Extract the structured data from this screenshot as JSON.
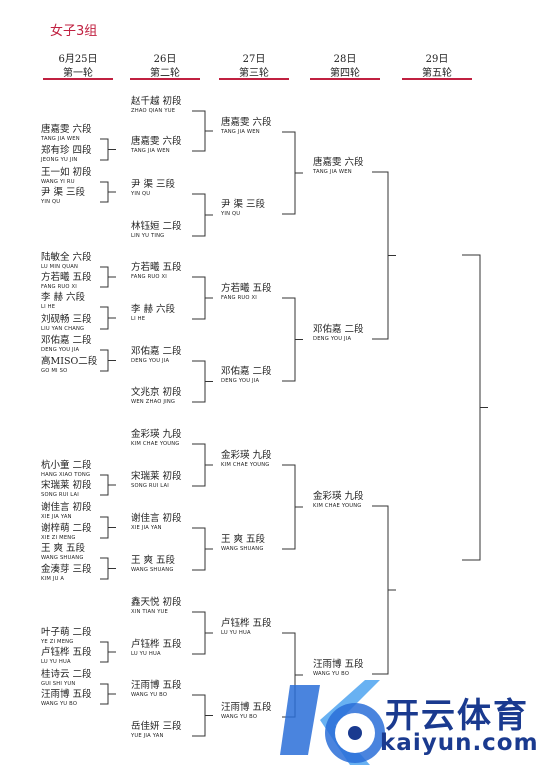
{
  "title": "女子3组",
  "rounds": [
    {
      "date": "6月25日",
      "name": "第一轮"
    },
    {
      "date": "26日",
      "name": "第二轮"
    },
    {
      "date": "27日",
      "name": "第三轮"
    },
    {
      "date": "28日",
      "name": "第四轮"
    },
    {
      "date": "29日",
      "name": "第五轮"
    }
  ],
  "r1": [
    {
      "cn": "唐嘉雯 六段",
      "en": "TANG JIA WEN"
    },
    {
      "cn": "郑有珍 四段",
      "en": "JEONG YU JIN"
    },
    {
      "cn": "王一如 初段",
      "en": "WANG YI RU"
    },
    {
      "cn": "尹  渠 三段",
      "en": "YIN QU"
    },
    {
      "cn": "陆敏全 六段",
      "en": "LU MIN QUAN"
    },
    {
      "cn": "方若曦 五段",
      "en": "FANG RUO XI"
    },
    {
      "cn": "李  赫 六段",
      "en": "LI HE"
    },
    {
      "cn": "刘砚畅 三段",
      "en": "LIU YAN CHANG"
    },
    {
      "cn": "邓佑嘉 二段",
      "en": "DENG YOU JIA"
    },
    {
      "cn": "高MISO二段",
      "en": "GO MI SO"
    },
    {
      "cn": "杭小童 二段",
      "en": "HANG XIAO TONG"
    },
    {
      "cn": "宋瑞莱 初段",
      "en": "SONG RUI LAI"
    },
    {
      "cn": "谢佳言 初段",
      "en": "XIE JIA YAN"
    },
    {
      "cn": "谢梓萌 二段",
      "en": "XIE ZI MENG"
    },
    {
      "cn": "王  爽 五段",
      "en": "WANG SHUANG"
    },
    {
      "cn": "金湊芽 三段",
      "en": "KIM JU A"
    },
    {
      "cn": "叶子萌 二段",
      "en": "YE ZI MENG"
    },
    {
      "cn": "卢钰桦 五段",
      "en": "LU YU HUA"
    },
    {
      "cn": "桂诗云 二段",
      "en": "GUI SHI YUN"
    },
    {
      "cn": "汪雨博 五段",
      "en": "WANG YU BO"
    }
  ],
  "r2": [
    {
      "cn": "赵千越 初段",
      "en": "ZHAO QIAN YUE"
    },
    {
      "cn": "唐嘉雯 六段",
      "en": "TANG JIA WEN"
    },
    {
      "cn": "尹  渠 三段",
      "en": "YIN QU"
    },
    {
      "cn": "林钰姮 二段",
      "en": "LIN YU TING"
    },
    {
      "cn": "方若曦 五段",
      "en": "FANG RUO XI"
    },
    {
      "cn": "李  赫 六段",
      "en": "LI HE"
    },
    {
      "cn": "邓佑嘉 二段",
      "en": "DENG YOU JIA"
    },
    {
      "cn": "文兆京 初段",
      "en": "WEN ZHAO JING"
    },
    {
      "cn": "金彩瑛 九段",
      "en": "KIM CHAE YOUNG"
    },
    {
      "cn": "宋瑞莱 初段",
      "en": "SONG RUI LAI"
    },
    {
      "cn": "谢佳言 初段",
      "en": "XIE JIA YAN"
    },
    {
      "cn": "王  爽 五段",
      "en": "WANG SHUANG"
    },
    {
      "cn": "鑫天悦 初段",
      "en": "XIN TIAN YUE"
    },
    {
      "cn": "卢钰桦 五段",
      "en": "LU YU HUA"
    },
    {
      "cn": "汪雨博 五段",
      "en": "WANG YU BO"
    },
    {
      "cn": "岳佳妍 三段",
      "en": "YUE JIA YAN"
    }
  ],
  "r3": [
    {
      "cn": "唐嘉雯 六段",
      "en": "TANG JIA WEN"
    },
    {
      "cn": "尹  渠 三段",
      "en": "YIN QU"
    },
    {
      "cn": "方若曦 五段",
      "en": "FANG RUO XI"
    },
    {
      "cn": "邓佑嘉 二段",
      "en": "DENG YOU JIA"
    },
    {
      "cn": "金彩瑛 九段",
      "en": "KIM CHAE YOUNG"
    },
    {
      "cn": "王  爽 五段",
      "en": "WANG SHUANG"
    },
    {
      "cn": "卢钰桦 五段",
      "en": "LU YU HUA"
    },
    {
      "cn": "汪雨博 五段",
      "en": "WANG YU BO"
    }
  ],
  "r4": [
    {
      "cn": "唐嘉雯 六段",
      "en": "TANG JIA WEN"
    },
    {
      "cn": "邓佑嘉 二段",
      "en": "DENG YOU JIA"
    },
    {
      "cn": "金彩瑛 九段",
      "en": "KIM CHAE YOUNG"
    },
    {
      "cn": "汪雨博 五段",
      "en": "WANG YU BO"
    }
  ],
  "watermark": {
    "text": "开云体育",
    "url": "kaiyun.com"
  }
}
